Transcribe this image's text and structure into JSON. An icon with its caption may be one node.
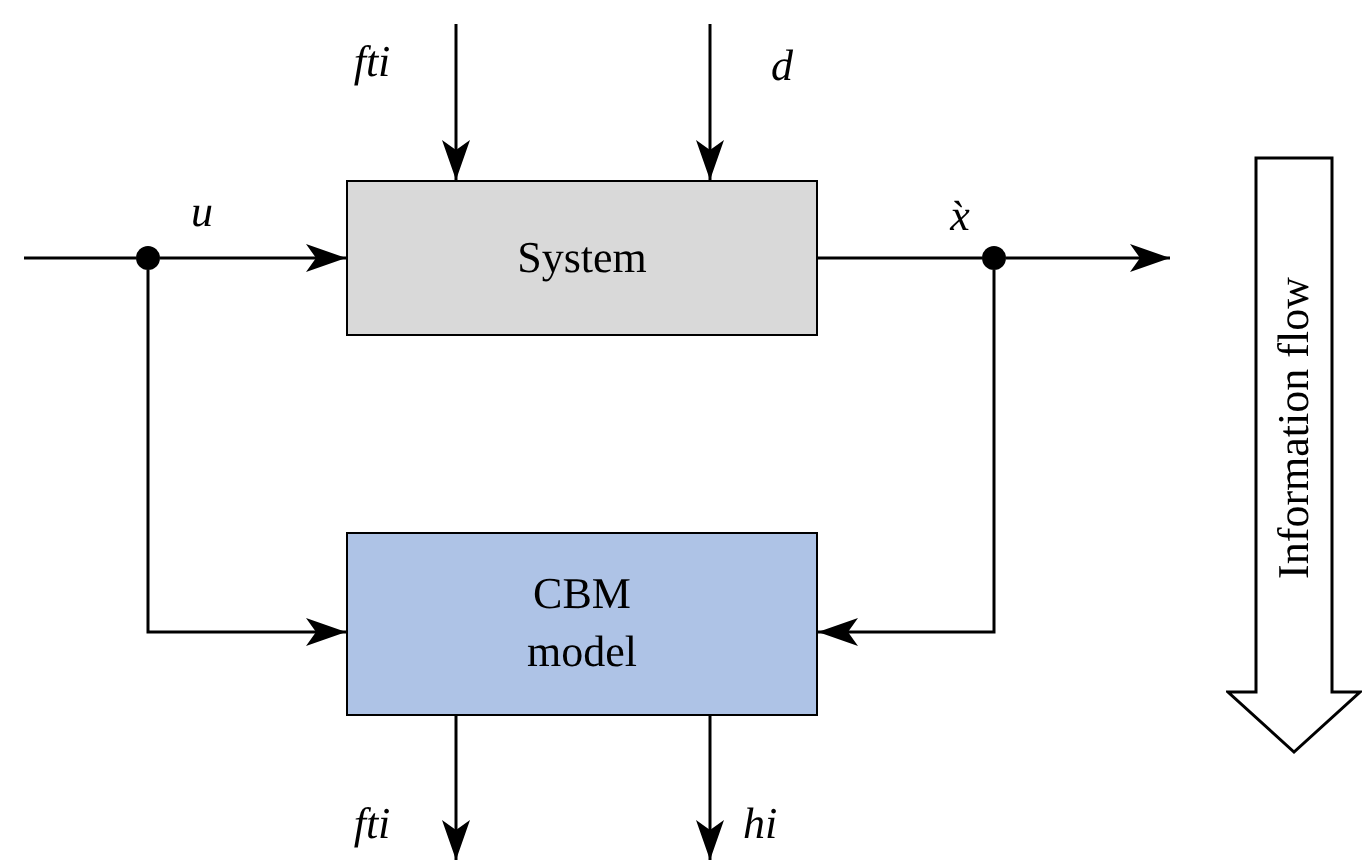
{
  "diagram": {
    "nodes": [
      {
        "text": [
          "System"
        ]
      },
      {
        "text": [
          "CBM model"
        ]
      },
      {
        "text": [],
        "shape": "circle"
      },
      {
        "text": [],
        "shape": "circle"
      },
      {
        "text": [
          "Information flow"
        ]
      }
    ],
    "edges": [
      {
        "from": null,
        "to": 2,
        "arrow": "none"
      },
      {
        "from": 2,
        "to": 0,
        "arrow": "to",
        "label": "u"
      },
      {
        "from": 2,
        "to": 1,
        "arrow": "to"
      },
      {
        "from": null,
        "to": 0,
        "arrow": "to",
        "label": "fti"
      },
      {
        "from": null,
        "to": 0,
        "arrow": "to",
        "label": "d"
      },
      {
        "from": 0,
        "to": 3,
        "arrow": "none",
        "label": "x̀"
      },
      {
        "from": 3,
        "to": null,
        "arrow": "to"
      },
      {
        "from": 3,
        "to": 1,
        "arrow": "to"
      },
      {
        "from": 1,
        "to": null,
        "arrow": "to",
        "label": "fti"
      },
      {
        "from": 1,
        "to": null,
        "arrow": "to",
        "label": "hi"
      }
    ]
  }
}
